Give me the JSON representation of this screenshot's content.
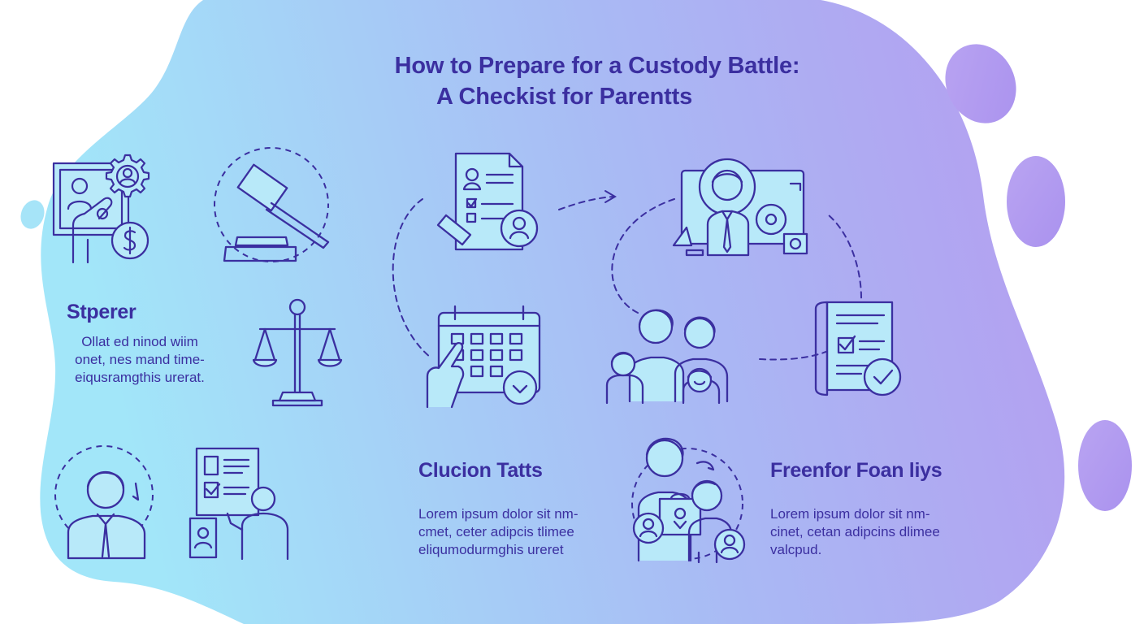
{
  "title": {
    "line1": "How to Prepare for a Custody Battle:",
    "line2": "A Checkist for Parentts"
  },
  "sections": {
    "left": {
      "heading": "Stperer",
      "lines": [
        "Ollat ed ninod wiim",
        "onet, nes mand time-",
        "eiqusramgthis urerat."
      ]
    },
    "middle": {
      "heading": "Clucion Tatts",
      "lines": [
        "Lorem ipsum dolor sit nm-",
        "cmet, ceter adipcis tlimee",
        "eliqumodurmghis ureret"
      ]
    },
    "right": {
      "heading": "Freenfor Foan liys",
      "lines": [
        "Lorem ipsum dolor sit nm-",
        "cinet, cetan adipcins dlimee",
        "valcpud."
      ]
    }
  },
  "colors": {
    "ink": "#3b2fa0",
    "blob_left": "#9fe3f8",
    "blob_right": "#b49af0"
  },
  "icons": [
    "presentation-money-icon",
    "gavel-icon",
    "scales-of-justice-icon",
    "lawyer-icon",
    "evidence-checklist-icon",
    "document-checklist-icon",
    "calendar-icon",
    "professional-icon",
    "family-icon",
    "signed-document-icon",
    "co-parenting-icon"
  ]
}
